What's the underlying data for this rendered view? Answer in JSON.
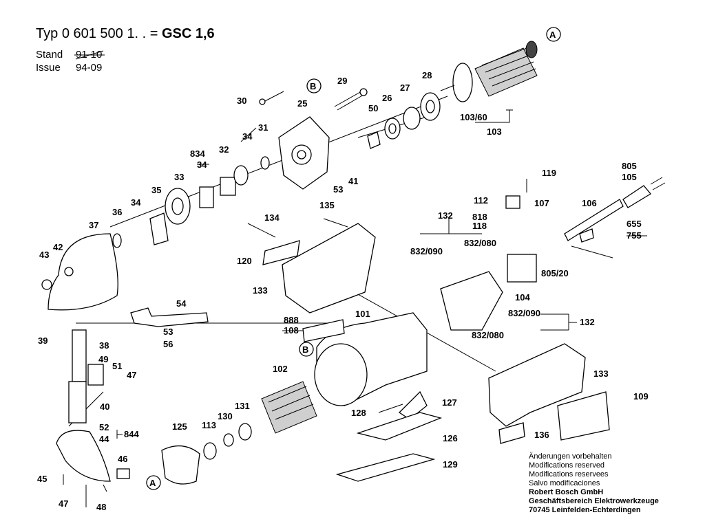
{
  "header": {
    "typ_label": "Typ",
    "typ_number": "0 601 500 1. . =",
    "model": "GSC 1,6"
  },
  "meta": {
    "stand_label": "Stand",
    "stand_value": "91-10",
    "issue_label": "Issue",
    "issue_value": "94-09"
  },
  "callouts": {
    "A_top": "A",
    "A_bottom": "A",
    "B_top": "B",
    "B_mid": "B"
  },
  "parts": {
    "p30": "30",
    "p29": "29",
    "p25": "25",
    "p28": "28",
    "p27": "27",
    "p26": "26",
    "p50": "50",
    "p31": "31",
    "p34a": "34",
    "p834": "834",
    "p34b": "34",
    "p32": "32",
    "p33": "33",
    "p53a": "53",
    "p41": "41",
    "p35": "35",
    "p34c": "34",
    "p36": "36",
    "p37": "37",
    "p43": "43",
    "p42": "42",
    "p103_60": "103/60",
    "p103": "103",
    "p119": "119",
    "p805": "805",
    "p105": "105",
    "p112": "112",
    "p107": "107",
    "p106": "106",
    "p818": "818",
    "p118": "118",
    "p132a": "132",
    "p655": "655",
    "p755": "755",
    "p832_090a": "832/090",
    "p832_080a": "832/080",
    "p805_20": "805/20",
    "p104": "104",
    "p832_090b": "832/090",
    "p132b": "132",
    "p832_080b": "832/080",
    "p134": "134",
    "p135": "135",
    "p120": "120",
    "p133a": "133",
    "p54": "54",
    "p53b": "53",
    "p56": "56",
    "p39": "39",
    "p38": "38",
    "p49": "49",
    "p51": "51",
    "p47a": "47",
    "p40": "40",
    "p52": "52",
    "p44": "44",
    "p844": "844",
    "p46": "46",
    "p45": "45",
    "p47b": "47",
    "p48": "48",
    "p888": "888",
    "p108": "108",
    "p101": "101",
    "p102": "102",
    "p133b": "133",
    "p109": "109",
    "p127": "127",
    "p128": "128",
    "p126": "126",
    "p129": "129",
    "p131": "131",
    "p130": "130",
    "p113": "113",
    "p125": "125",
    "p136": "136"
  },
  "notes": {
    "line1": "Änderungen vorbehalten",
    "line2": "Modifications reserved",
    "line3": "Modifications reservees",
    "line4": "Salvo modificaciones",
    "company": "Robert Bosch GmbH",
    "division": "Geschäftsbereich Elektrowerkzeuge",
    "address": "70745 Leinfelden-Echterdingen"
  }
}
